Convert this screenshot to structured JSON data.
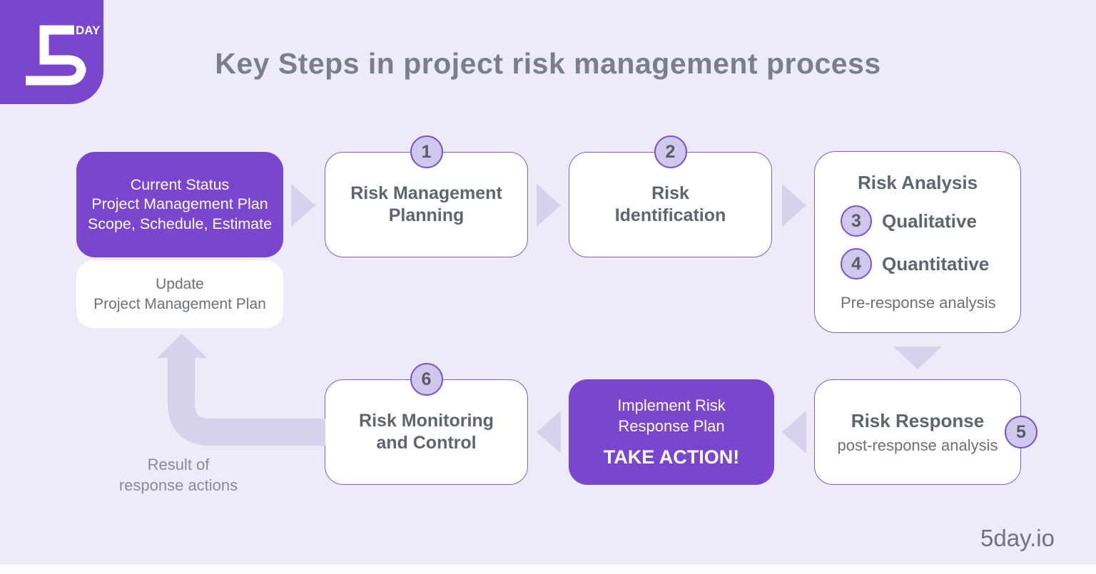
{
  "colors": {
    "background": "#edebf8",
    "brand_purple": "#7b46cf",
    "box_border_purple": "#8758d2",
    "badge_fill": "#cec8ec",
    "badge_border": "#7b52ce",
    "arrow_lavender": "#d6d1ec",
    "title_gray": "#7a8089",
    "text_gray": "#5f6570"
  },
  "logo": {
    "number": "5",
    "word": "DAY"
  },
  "title": "Key Steps in project risk management process",
  "footer": "5day.io",
  "boxes": {
    "current_status": {
      "lines": [
        "Current Status",
        "Project Management Plan",
        "Scope, Schedule, Estimate"
      ]
    },
    "update": {
      "lines": [
        "Update",
        "Project Management Plan"
      ]
    },
    "planning": {
      "badge": "1",
      "title": "Risk Management Planning"
    },
    "identification": {
      "badge": "2",
      "title": "Risk Identification"
    },
    "analysis": {
      "title": "Risk Analysis",
      "items": [
        {
          "badge": "3",
          "label": "Qualitative"
        },
        {
          "badge": "4",
          "label": "Quantitative"
        }
      ],
      "note": "Pre-response analysis"
    },
    "response": {
      "badge": "5",
      "title": "Risk Response",
      "note": "post-response analysis"
    },
    "implement": {
      "lines": [
        "Implement Risk",
        "Response Plan"
      ],
      "action": "TAKE ACTION!"
    },
    "monitoring": {
      "badge": "6",
      "title": "Risk Monitoring and Control"
    }
  },
  "feedback": {
    "lines": [
      "Result of",
      "response actions"
    ]
  }
}
